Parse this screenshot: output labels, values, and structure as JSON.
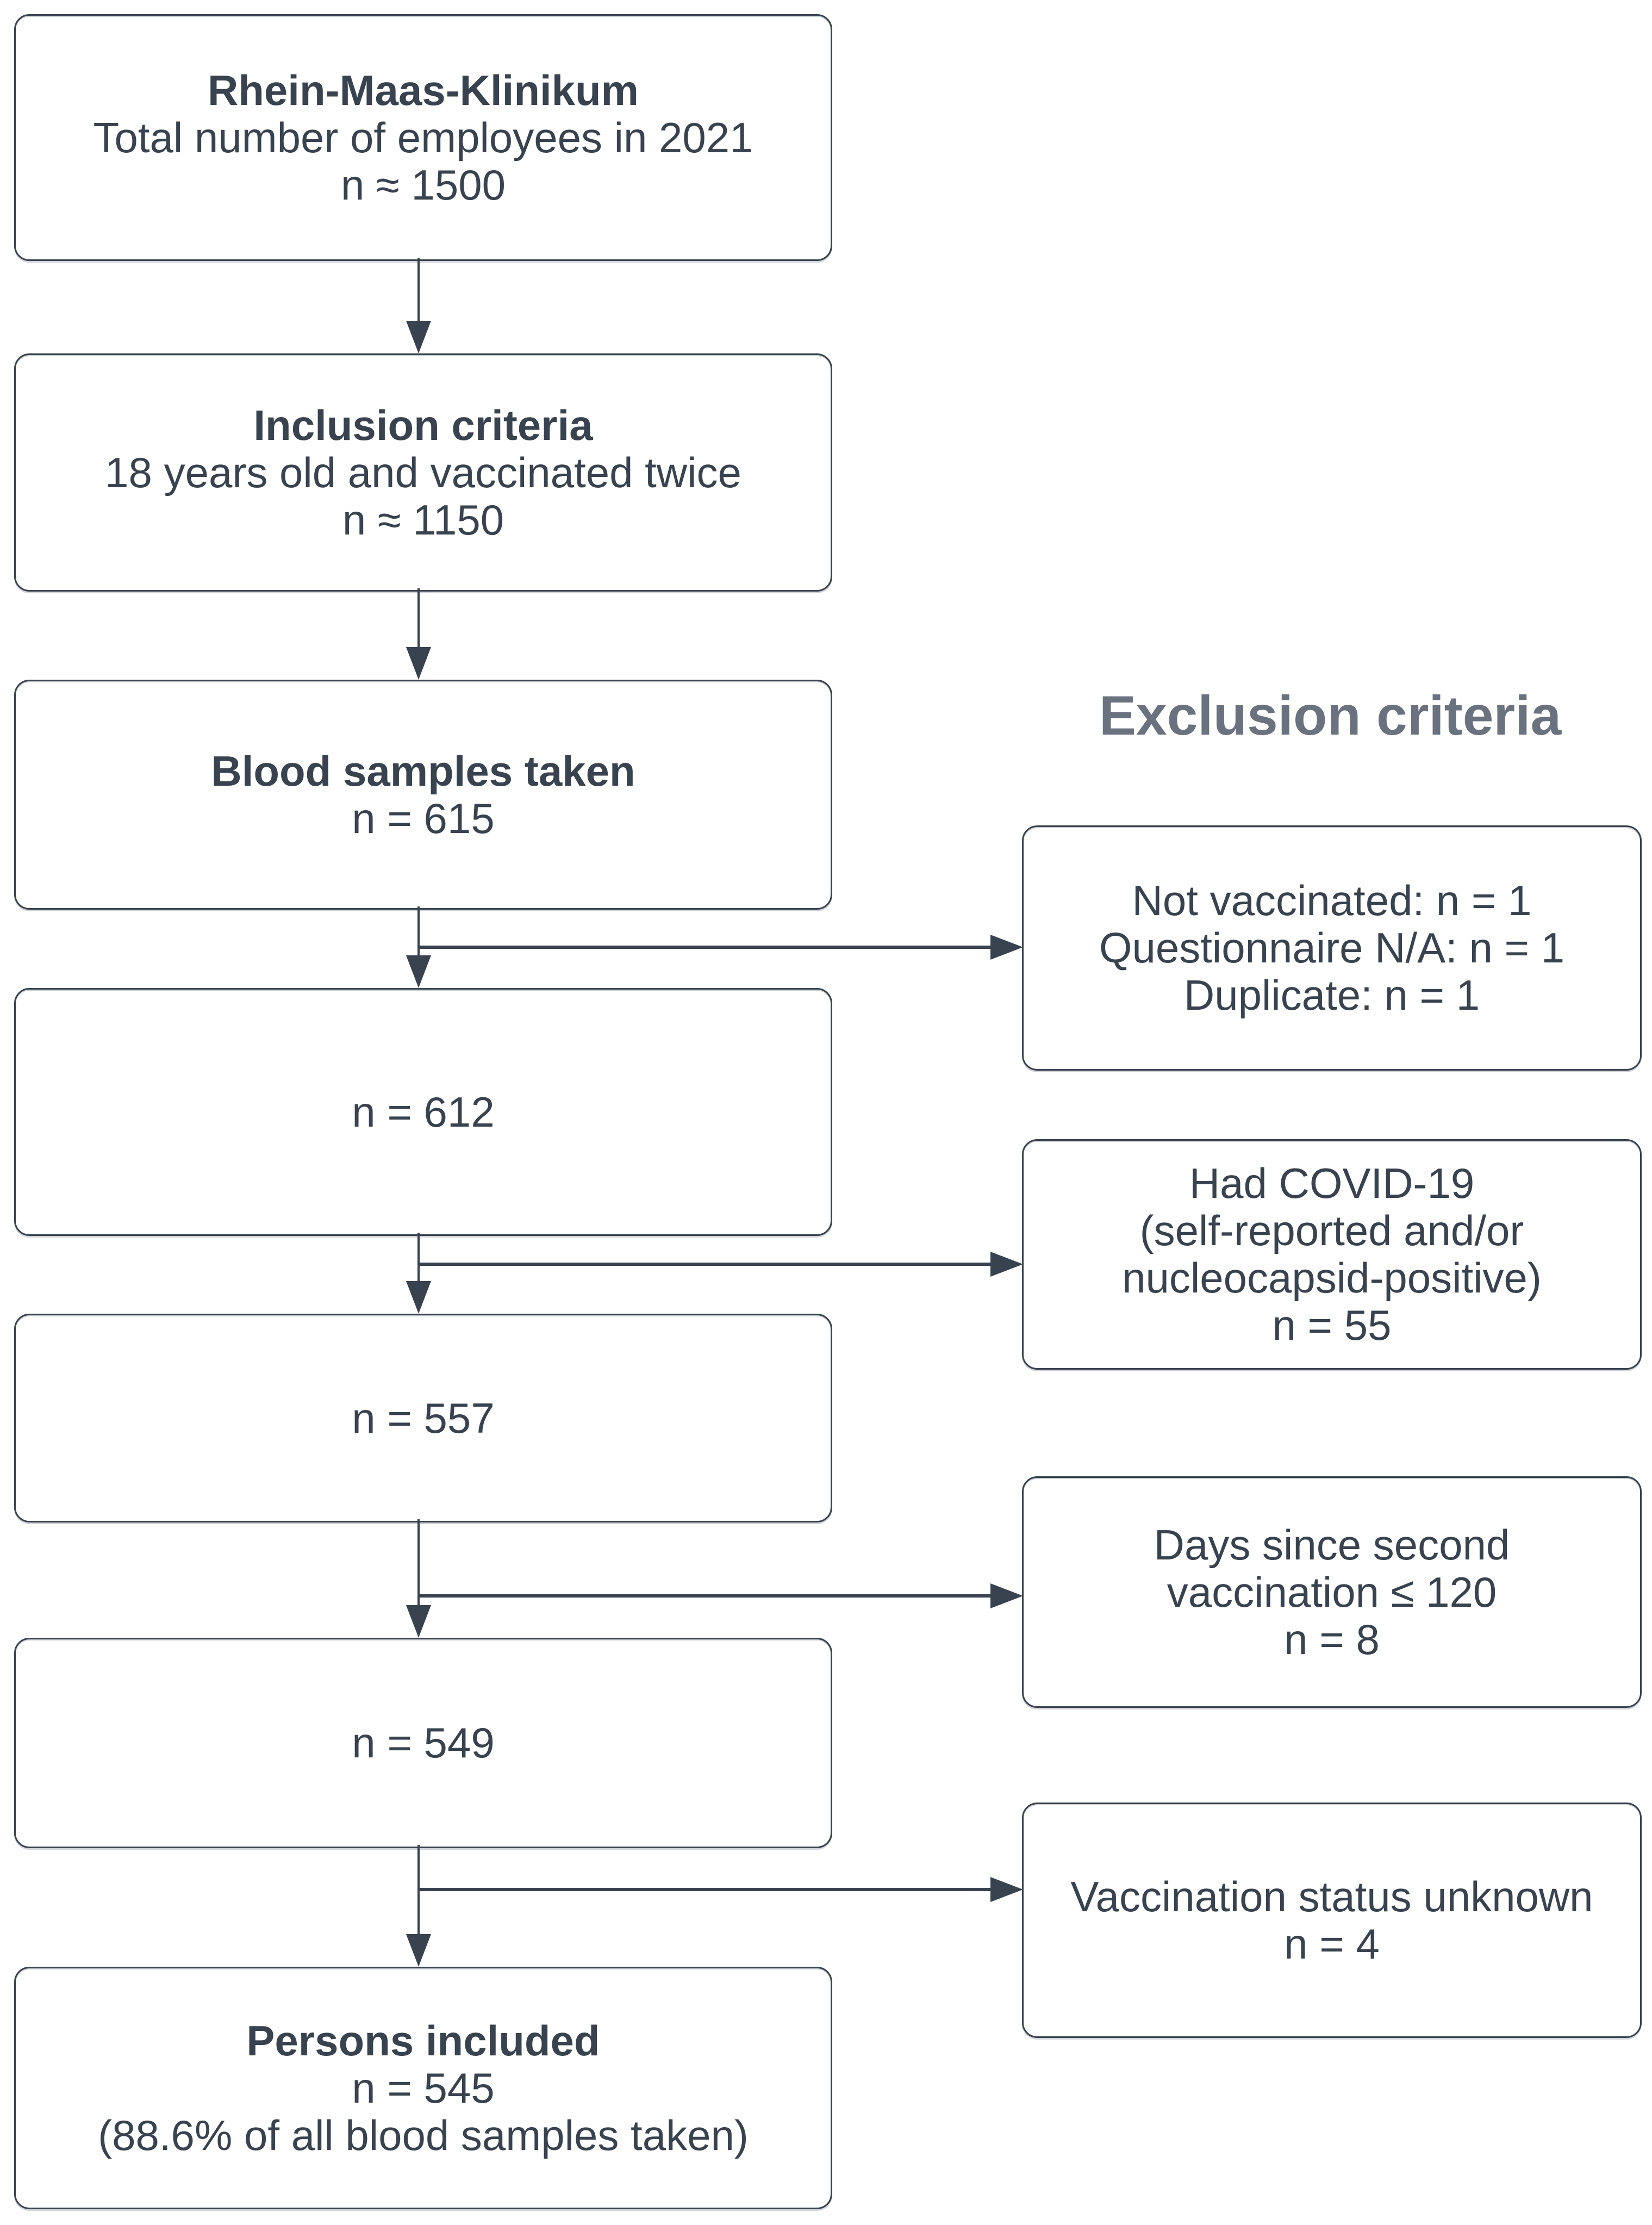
{
  "flow": {
    "left_boxes": [
      {
        "id": "total-employees",
        "lines": [
          "Rhein-Maas-Klinikum",
          "Total number of employees in 2021",
          "n ≈ 1500"
        ]
      },
      {
        "id": "inclusion-criteria",
        "lines": [
          "Inclusion criteria",
          "18 years old and vaccinated twice",
          "n ≈ 1150"
        ]
      },
      {
        "id": "blood-samples",
        "lines": [
          "Blood samples taken",
          "n = 615"
        ]
      },
      {
        "id": "n-612",
        "lines": [
          "n = 612"
        ]
      },
      {
        "id": "n-557",
        "lines": [
          "n = 557"
        ]
      },
      {
        "id": "n-549",
        "lines": [
          "n = 549"
        ]
      },
      {
        "id": "persons-included",
        "lines": [
          "Persons included",
          "n = 545",
          "(88.6% of all blood samples taken)"
        ]
      }
    ],
    "exclusion_header": "Exclusion criteria",
    "exclusion_boxes": [
      {
        "id": "excluded-admin",
        "lines": [
          "Not vaccinated: n = 1",
          "Questionnaire N/A: n = 1",
          "Duplicate: n = 1"
        ]
      },
      {
        "id": "excluded-covid",
        "lines": [
          "Had COVID-19",
          "(self-reported and/or",
          "nucleocapsid-positive)",
          "n = 55"
        ]
      },
      {
        "id": "excluded-days",
        "lines": [
          "Days since second",
          "vaccination ≤ 120",
          "n = 8"
        ]
      },
      {
        "id": "excluded-vacc-status",
        "lines": [
          "Vaccination status unknown",
          "n = 4"
        ]
      }
    ],
    "colors": {
      "background": "#ffffff",
      "box_border": "#39424f",
      "box_text": "#39424f",
      "arrow": "#39424f",
      "exclusion_header_text": "#6a7280"
    }
  }
}
